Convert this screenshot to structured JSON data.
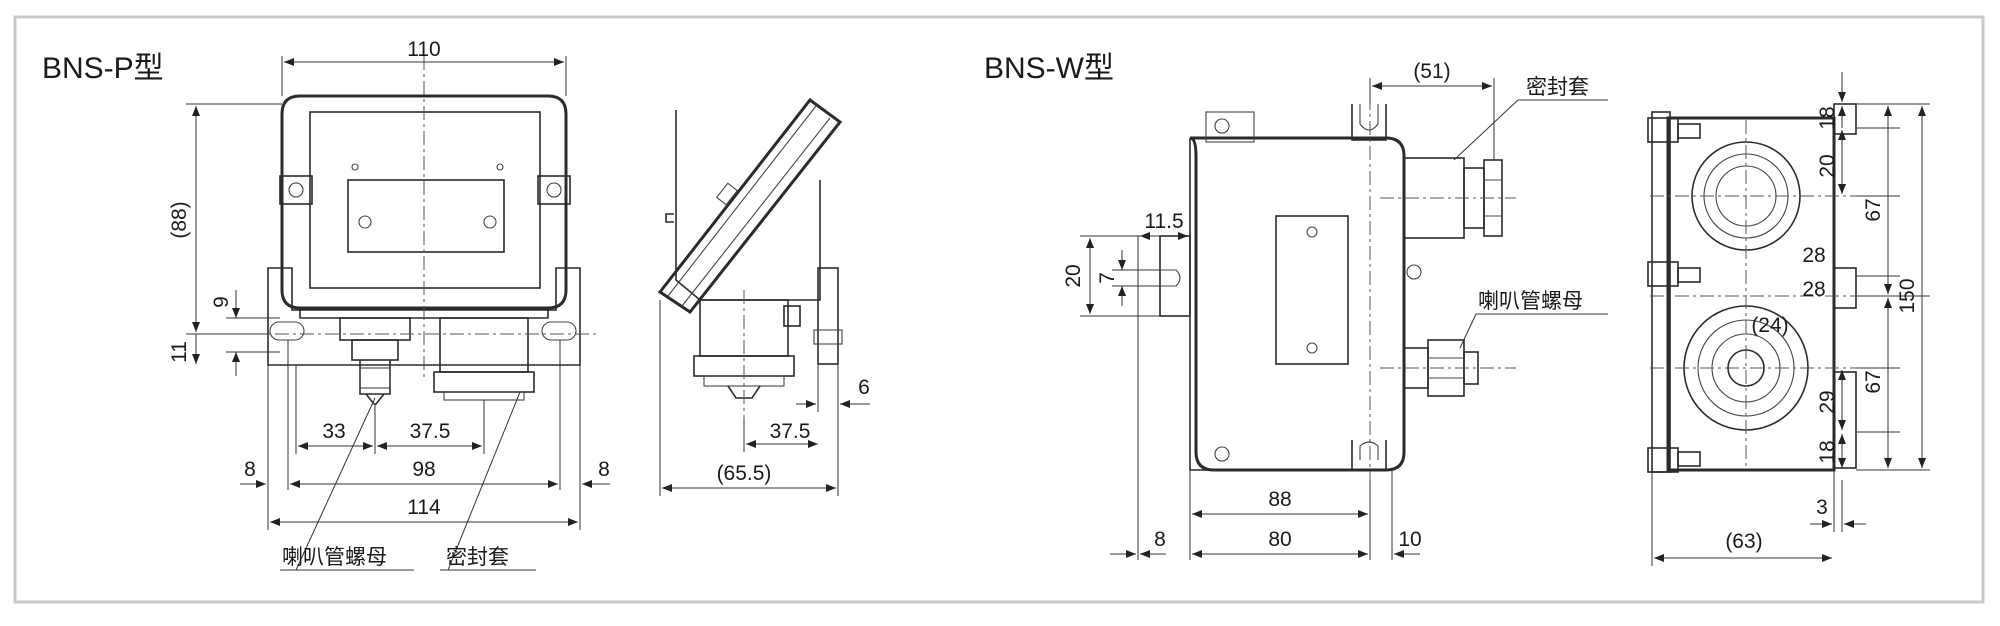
{
  "left": {
    "title": "BNS-P型",
    "dims": {
      "w110": "110",
      "h88": "(88)",
      "d9": "9",
      "d11": "11",
      "d33": "33",
      "d37_5": "37.5",
      "d98": "98",
      "d8a": "8",
      "d8b": "8",
      "d114": "114",
      "s6": "6",
      "s37_5": "37.5",
      "s65_5": "(65.5)"
    },
    "labels": {
      "nut": "喇叭管螺母",
      "seal": "密封套"
    }
  },
  "right": {
    "title": "BNS-W型",
    "dims": {
      "d51": "(51)",
      "d11_5": "11.5",
      "d20": "20",
      "d7": "7",
      "d88": "88",
      "d8": "8",
      "d80": "80",
      "d10": "10",
      "r18a": "18",
      "r20": "20",
      "r67a": "67",
      "r28a": "28",
      "r28b": "28",
      "r150": "150",
      "r24": "(24)",
      "r67b": "67",
      "r29": "29",
      "r18b": "18",
      "r3": "3",
      "r63": "(63)"
    },
    "labels": {
      "seal": "密封套",
      "nut": "喇叭管螺母"
    }
  },
  "colors": {
    "line": "#2b2b2b",
    "frame": "#c8c8c8",
    "background": "#ffffff"
  }
}
